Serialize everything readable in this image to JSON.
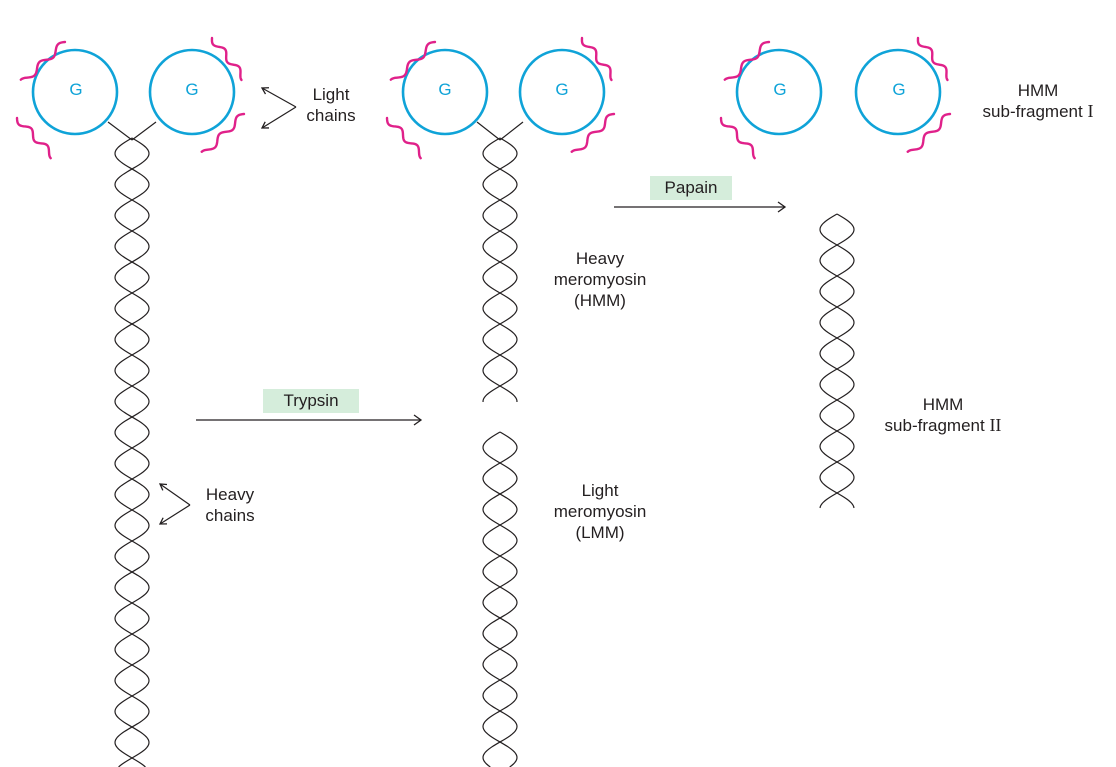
{
  "colors": {
    "globular_head": "#0fa3d8",
    "light_chain": "#e0218a",
    "heavy_chain": "#231f20",
    "enzyme_label_bg": "#d5eddb"
  },
  "globular_head_label": "G",
  "labels": {
    "light_chains": [
      "Light",
      "chains"
    ],
    "heavy_chains": [
      "Heavy",
      "chains"
    ],
    "hmm": [
      "Heavy",
      "meromyosin",
      "(HMM)"
    ],
    "lmm": [
      "Light",
      "meromyosin",
      "(LMM)"
    ],
    "hmm_s1": {
      "line1": "HMM",
      "line2_prefix": "sub-fragment ",
      "line2_roman": "I"
    },
    "hmm_s2": {
      "line1": "HMM",
      "line2_prefix": "sub-fragment ",
      "line2_roman": "II"
    }
  },
  "enzymes": {
    "trypsin": "Trypsin",
    "papain": "Papain"
  }
}
